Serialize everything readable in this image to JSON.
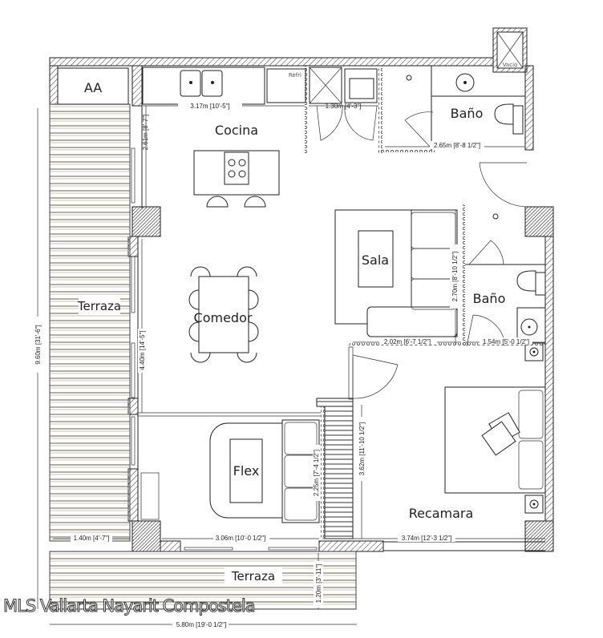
{
  "rooms": {
    "aa": "AA",
    "refri": "Refri",
    "vacio": "Vacio",
    "cocina": "Cocina",
    "bano_top": "Baño",
    "bano_right": "Baño",
    "sala": "Sala",
    "comedor": "Comedor",
    "terraza_left": "Terraza",
    "terraza_bottom": "Terraza",
    "flex": "Flex",
    "recamara": "Recamara"
  },
  "dimensions": {
    "kitchen_width": "3.17m [10'-5\"]",
    "laundry_width": "1.30m [4'-3\"]",
    "bath_top_width": "2.65m [8'-8 1/2\"]",
    "kitchen_depth": "2.61m [8'-7\"]",
    "dining_depth": "4.40m [14'-5\"]",
    "total_depth": "9.60m [31'-6\"]",
    "sala_depth": "2.70m [8'-10 1/2\"]",
    "sala_width": "2.02m [6'-7 1/2\"]",
    "bath_right_width": "1.54m [5'-0 1/2\"]",
    "bedroom_depth": "3.62m [11'-10 1/2\"]",
    "flex_depth": "2.25m [7'-4 1/2\"]",
    "terrace_left_width": "1.40m [4'-7\"]",
    "flex_width": "3.06m [10'-0 1/2\"]",
    "bedroom_width": "3.74m [12'-3 1/2\"]",
    "terrace_bottom_depth": "1.20m [3'-11\"]",
    "terrace_bottom_width": "5.80m [19'-0 1/2\"]"
  },
  "watermark": "MLS Vallarta Nayarit Compostela"
}
